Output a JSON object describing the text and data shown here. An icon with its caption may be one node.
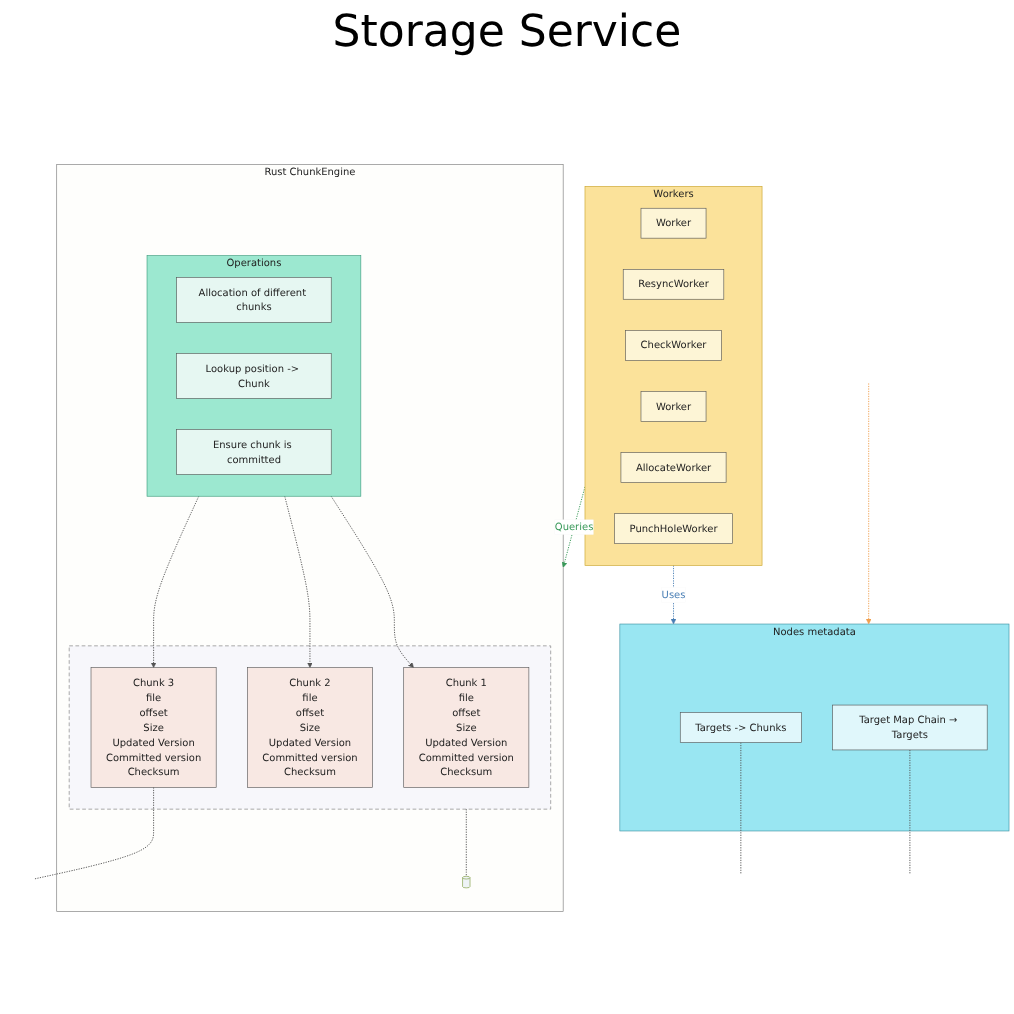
{
  "diagram": {
    "title": "Storage Service",
    "nodes": [
      {
        "text": [
          "Workers"
        ]
      },
      {
        "text": [
          "Worker"
        ],
        "in": 0
      },
      {
        "text": [
          "ResyncWorker"
        ],
        "in": 0
      },
      {
        "text": [
          "CheckWorker"
        ],
        "in": 0
      },
      {
        "text": [
          "Worker"
        ],
        "in": 0
      },
      {
        "text": [
          "AllocateWorker"
        ],
        "in": 0
      },
      {
        "text": [
          "PunchHoleWorker"
        ],
        "in": 0
      },
      {
        "text": [
          "Nodes metadata"
        ]
      },
      {
        "text": [
          "Targets -> Chunks"
        ],
        "in": 7
      },
      {
        "text": [
          "Target Map Chain → Targets"
        ],
        "in": 7
      },
      {
        "text": [
          "Rust ChunkEngine"
        ]
      },
      {
        "text": [
          "Operations"
        ],
        "in": 10
      },
      {
        "text": [
          "Allocation of different chunks"
        ],
        "in": 11
      },
      {
        "text": [
          "Lookup position -> Chunk"
        ],
        "in": 11
      },
      {
        "text": [
          "Ensure chunk is committed"
        ],
        "in": 11
      },
      {
        "text": [],
        "shape": "box",
        "in": 10
      },
      {
        "text": [
          "Chunk 1",
          "file",
          "offset",
          "Size",
          "Updated Version",
          "Committed version",
          "Checksum"
        ],
        "in": 15
      },
      {
        "text": [
          "Chunk 2",
          "file",
          "offset",
          "Size",
          "Updated Version",
          "Committed version",
          "Checksum"
        ],
        "in": 15
      },
      {
        "text": [
          "Chunk 3",
          "file",
          "offset",
          "Size",
          "Updated Version",
          "Committed version",
          "Checksum"
        ],
        "in": 15
      },
      {
        "text": [],
        "shape": "cylinder",
        "in": 10
      }
    ],
    "edges": [
      {
        "from": 0,
        "to": 7,
        "label": "Uses",
        "arrow": "to",
        "style": "dashed",
        "color": "#4a7fb5"
      },
      {
        "from": 0,
        "to": 10,
        "label": "Queries",
        "arrow": "to",
        "style": "dashed",
        "color": "#3a9a5a"
      },
      {
        "from": null,
        "to": 7,
        "arrow": "to",
        "style": "dashed",
        "color": "#f0a050"
      },
      {
        "from": 8,
        "to": null,
        "arrow": "none",
        "style": "dashed"
      },
      {
        "from": 9,
        "to": null,
        "arrow": "none",
        "style": "dashed"
      },
      {
        "from": 11,
        "to": 16,
        "arrow": "to",
        "style": "dashed"
      },
      {
        "from": 11,
        "to": 17,
        "arrow": "to",
        "style": "dashed"
      },
      {
        "from": 11,
        "to": 18,
        "arrow": "to",
        "style": "dashed"
      },
      {
        "from": 18,
        "to": null,
        "arrow": "none",
        "style": "dashed"
      },
      {
        "from": 15,
        "to": 19,
        "arrow": "none",
        "style": "dashed"
      }
    ]
  }
}
